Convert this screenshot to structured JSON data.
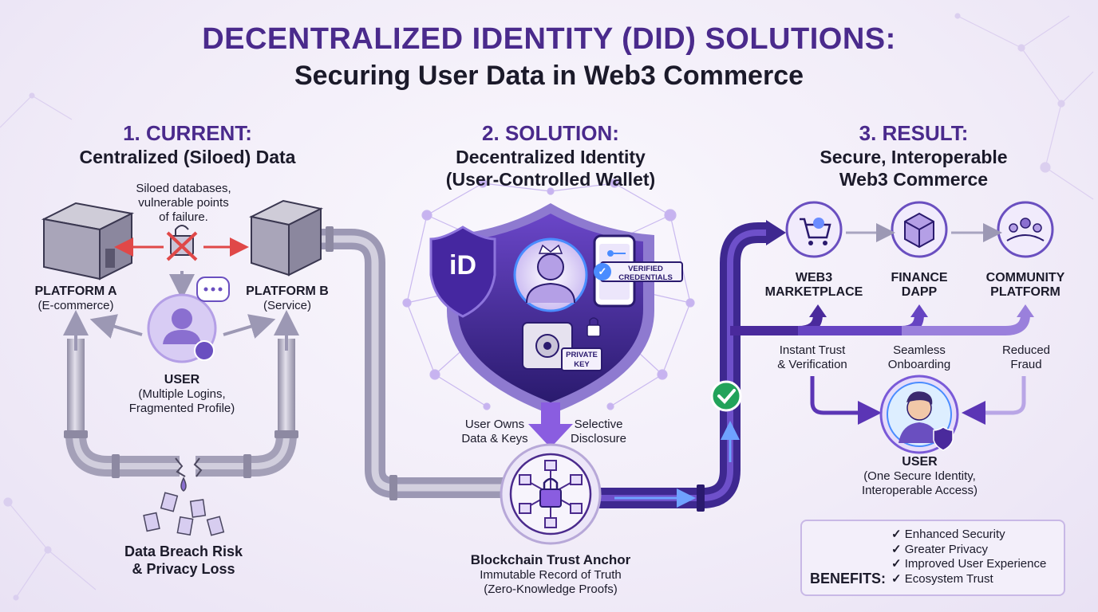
{
  "title": "DECENTRALIZED IDENTITY (DID) SOLUTIONS:",
  "subtitle": "Securing User Data in Web3 Commerce",
  "section1": {
    "number": "1. CURRENT:",
    "heading": "Centralized (Siloed) Data",
    "note": [
      "Siloed databases,",
      "vulnerable points",
      "of failure."
    ],
    "platform_a": {
      "name": "PLATFORM A",
      "desc": "(E-commerce)"
    },
    "platform_b": {
      "name": "PLATFORM B",
      "desc": "(Service)"
    },
    "user": {
      "name": "USER",
      "desc": [
        "(Multiple Logins,",
        "Fragmented Profile)"
      ]
    },
    "breach": [
      "Data Breach Risk",
      "& Privacy Loss"
    ]
  },
  "section2": {
    "number": "2. SOLUTION:",
    "heading": [
      "Decentralized Identity",
      "(User-Controlled Wallet)"
    ],
    "id_logo": "iD",
    "credentials": [
      "VERIFIED",
      "CREDENTIALS"
    ],
    "private_key": [
      "PRIVATE",
      "KEY"
    ],
    "left_caption": [
      "User Owns",
      "Data & Keys"
    ],
    "right_caption": [
      "Selective",
      "Disclosure"
    ],
    "anchor": {
      "name": "Blockchain Trust Anchor",
      "desc": [
        "Immutable Record of Truth",
        "(Zero-Knowledge Proofs)"
      ]
    }
  },
  "section3": {
    "number": "3. RESULT:",
    "heading": [
      "Secure, Interoperable",
      "Web3 Commerce"
    ],
    "nodes": [
      {
        "name": [
          "WEB3",
          "MARKETPLACE"
        ],
        "icon": "cart-icon"
      },
      {
        "name": [
          "FINANCE",
          "DAPP"
        ],
        "icon": "cube-icon"
      },
      {
        "name": [
          "COMMUNITY",
          "PLATFORM"
        ],
        "icon": "people-icon"
      }
    ],
    "outcomes": [
      [
        "Instant Trust",
        "& Verification"
      ],
      [
        "Seamless",
        "Onboarding"
      ],
      [
        "Reduced",
        "Fraud"
      ]
    ],
    "user": {
      "name": "USER",
      "desc": [
        "(One Secure Identity,",
        "Interoperable Access)"
      ]
    },
    "benefits": {
      "title": "BENEFITS:",
      "items": [
        "Enhanced Security",
        "Greater Privacy",
        "Improved User Experience",
        "Ecosystem Trust"
      ]
    }
  },
  "colors": {
    "accent": "#4a2a8c",
    "purple": "#5b35b5",
    "light_purple": "#b9a6e6",
    "red": "#e04848",
    "green": "#22a35a"
  }
}
